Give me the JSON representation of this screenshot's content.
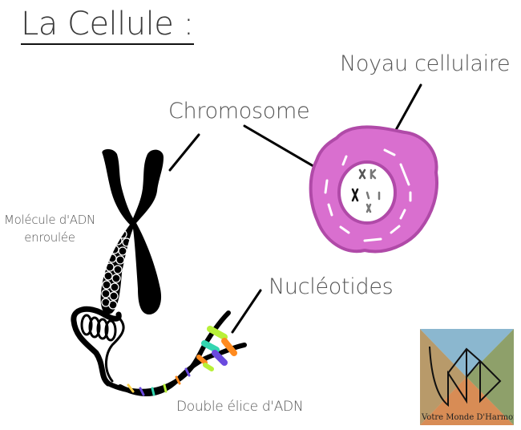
{
  "title": "La Cellule :",
  "labels": {
    "nucleus": "Noyau cellulaire",
    "chromosome": "Chromosome",
    "coiled_dna_line1": "Molécule d'ADN",
    "coiled_dna_line2": "enroulée",
    "nucleotides": "Nucléotides",
    "double_helix": "Double élice d'ADN"
  },
  "logo": {
    "text": "Votre Monde D'Harmonie",
    "icon": "vmd-monogram-icon"
  },
  "colors": {
    "cell_fill": "#d96fcf",
    "cell_border": "#b04aa8",
    "nucleus_fill": "#ffffff",
    "chromosome": "#000000",
    "nucleotide_colors": [
      "#b8f038",
      "#ff8a1e",
      "#33d6b0",
      "#6a4adf",
      "#ffd24a"
    ]
  }
}
